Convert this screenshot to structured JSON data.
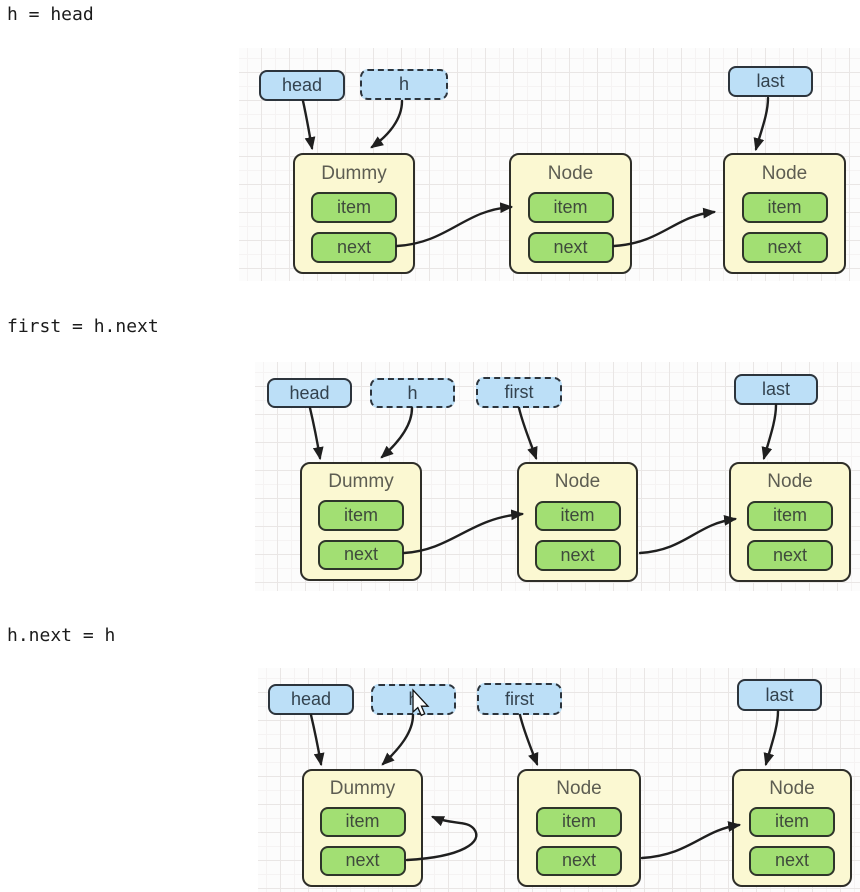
{
  "colors": {
    "canvas_bg": "#fcfcfc",
    "grid_line_minor": "#f5f3f3",
    "grid_line_major": "#e9e6e5",
    "pointer_fill": "#bcdff7",
    "pointer_border": "#2c343c",
    "pointer_text": "#33424e",
    "node_fill": "#fbf8d2",
    "node_border": "#2e2e28",
    "node_title_text": "#5d5d52",
    "field_fill": "#a2df73",
    "field_border": "#2e352a",
    "field_text": "#3f4a3c",
    "arrow": "#1f1f1f",
    "code_text": "#1b1b1b"
  },
  "panels": [
    {
      "code": "h = head",
      "pointers": [
        {
          "label": "head",
          "style": "solid"
        },
        {
          "label": "h",
          "style": "dashed"
        },
        {
          "label": "last",
          "style": "solid"
        }
      ],
      "nodes": [
        {
          "title": "Dummy",
          "fields": [
            "item",
            "next"
          ]
        },
        {
          "title": "Node",
          "fields": [
            "item",
            "next"
          ]
        },
        {
          "title": "Node",
          "fields": [
            "item",
            "next"
          ]
        }
      ],
      "edges": [
        {
          "from": "head",
          "to": "dummy-node"
        },
        {
          "from": "h",
          "to": "dummy-node"
        },
        {
          "from": "last",
          "to": "node-3"
        },
        {
          "from": "dummy-node.next",
          "to": "node-2"
        },
        {
          "from": "node-2.next",
          "to": "node-3"
        }
      ]
    },
    {
      "code": "first = h.next",
      "pointers": [
        {
          "label": "head",
          "style": "solid"
        },
        {
          "label": "h",
          "style": "dashed"
        },
        {
          "label": "first",
          "style": "dashed"
        },
        {
          "label": "last",
          "style": "solid"
        }
      ],
      "nodes": [
        {
          "title": "Dummy",
          "fields": [
            "item",
            "next"
          ]
        },
        {
          "title": "Node",
          "fields": [
            "item",
            "next"
          ]
        },
        {
          "title": "Node",
          "fields": [
            "item",
            "next"
          ]
        }
      ],
      "edges": [
        {
          "from": "head",
          "to": "dummy-node"
        },
        {
          "from": "h",
          "to": "dummy-node"
        },
        {
          "from": "first",
          "to": "node-2"
        },
        {
          "from": "last",
          "to": "node-3"
        },
        {
          "from": "dummy-node.next",
          "to": "node-2"
        },
        {
          "from": "node-2.next",
          "to": "node-3"
        }
      ]
    },
    {
      "code": "h.next = h",
      "pointers": [
        {
          "label": "head",
          "style": "solid"
        },
        {
          "label": "h",
          "style": "dashed"
        },
        {
          "label": "first",
          "style": "dashed"
        },
        {
          "label": "last",
          "style": "solid"
        }
      ],
      "nodes": [
        {
          "title": "Dummy",
          "fields": [
            "item",
            "next"
          ]
        },
        {
          "title": "Node",
          "fields": [
            "item",
            "next"
          ]
        },
        {
          "title": "Node",
          "fields": [
            "item",
            "next"
          ]
        }
      ],
      "edges": [
        {
          "from": "head",
          "to": "dummy-node"
        },
        {
          "from": "h",
          "to": "dummy-node"
        },
        {
          "from": "first",
          "to": "node-2"
        },
        {
          "from": "last",
          "to": "node-3"
        },
        {
          "from": "dummy-node.next",
          "to": "dummy-node"
        },
        {
          "from": "node-2.next",
          "to": "node-3"
        }
      ],
      "cursor": {
        "visible": true,
        "over": "h"
      }
    }
  ]
}
